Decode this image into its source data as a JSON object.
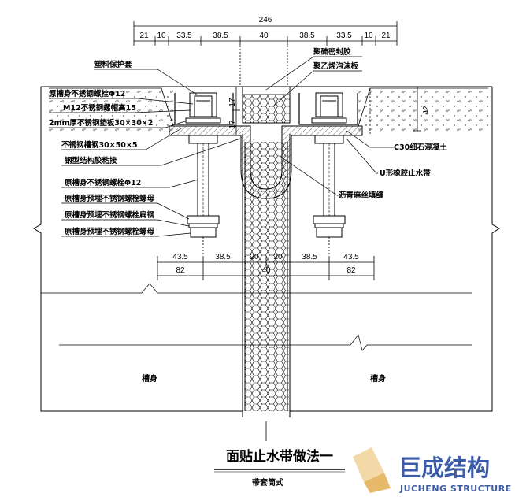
{
  "top_dims": {
    "total": "246",
    "segments": [
      "21",
      "10",
      "33.5",
      "38.5",
      "40",
      "38.5",
      "33.5",
      "10",
      "21"
    ]
  },
  "bottom_dims": {
    "row1": [
      "43.5",
      "38.5",
      "20",
      "20",
      "38.5",
      "43.5"
    ],
    "row2": [
      "82",
      "40",
      "82"
    ]
  },
  "side_dims": {
    "left_a": "17",
    "left_b": "17",
    "right": "42"
  },
  "left_labels": [
    "塑料保护套",
    "原槽身不锈钢螺栓Φ12",
    "M12不锈钢螺帽高15",
    "2mm厚不锈钢垫板30×30×2",
    "不锈钢槽钢30×50×5",
    "钢型结构胶粘接",
    "原槽身不锈钢螺栓Φ12",
    "原槽身预埋不锈钢螺栓螺母",
    "原槽身预埋不锈钢螺栓扁钢",
    "原槽身预埋不锈钢螺栓螺母"
  ],
  "right_labels": [
    "聚硫密封胶",
    "聚乙烯泡沫板",
    "C30细石混凝土",
    "U形橡胶止水带",
    "沥青麻丝填缝"
  ],
  "body_labels": {
    "left": "槽身",
    "right": "槽身"
  },
  "title": "面贴止水带做法一",
  "subtitle": "带套筒式",
  "watermark": {
    "cn": "巨成结构",
    "en": "JUCHENG STRUCTURE"
  },
  "colors": {
    "line": "#000000",
    "watermark": "#3b5aa8",
    "logo_light": "#f3d9a8",
    "logo_dark": "#e7b96a"
  }
}
